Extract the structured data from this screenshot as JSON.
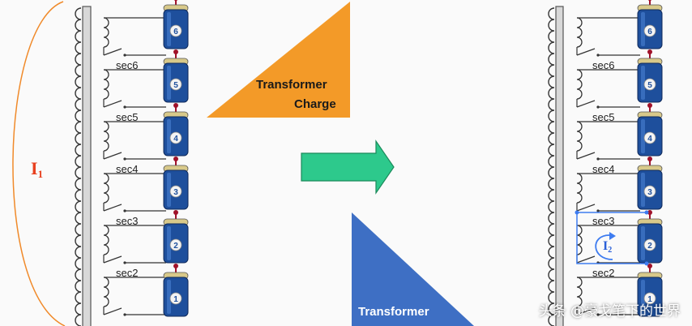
{
  "labels": {
    "current_primary": "I",
    "current_primary_sub": "1",
    "current_secondary": "I",
    "current_secondary_sub": "2"
  },
  "left_sections": [
    "sec6",
    "sec5",
    "sec4",
    "sec3",
    "sec2"
  ],
  "right_sections": [
    "sec6",
    "sec5",
    "sec4",
    "sec3",
    "sec2"
  ],
  "cells": [
    "6",
    "5",
    "4",
    "3",
    "2",
    "1"
  ],
  "triangle_charge": {
    "line1": "Transformer",
    "line2": "Charge",
    "color": "#f39a28"
  },
  "triangle_discharge": {
    "line1": "Transformer",
    "color": "#3e6fc4"
  },
  "arrow_color": "#2dc98c",
  "cell_color": "#1e4f9c",
  "cell_cap_color": "#d8c98a",
  "watermark": "头条 @豪戈笔下的世界"
}
